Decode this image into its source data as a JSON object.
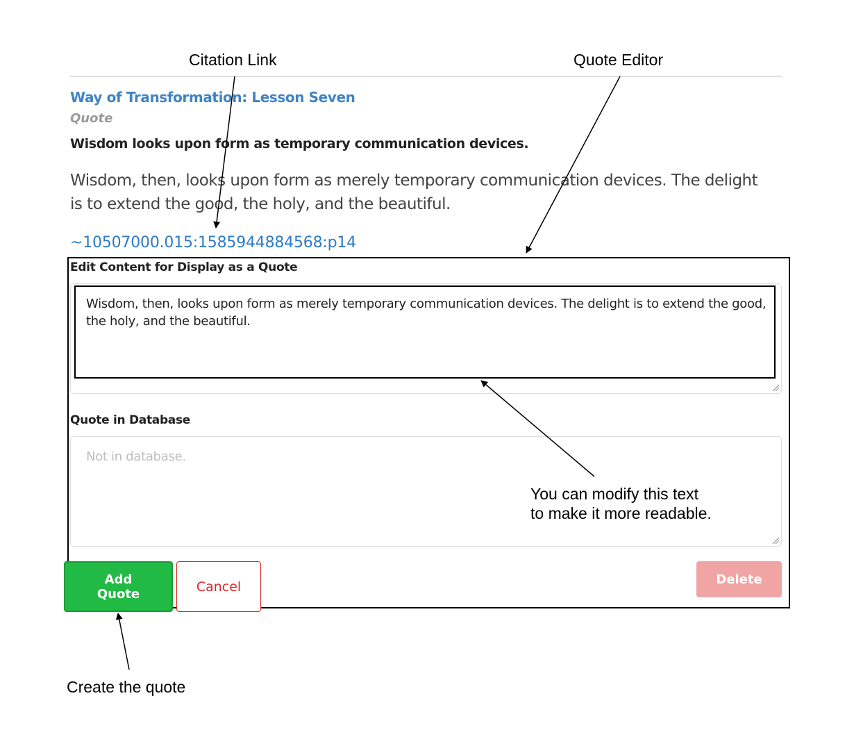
{
  "annotations": {
    "citation_link": "Citation Link",
    "quote_editor": "Quote Editor",
    "modify_text_line1": "You can modify this text",
    "modify_text_line2": "to make it more readable.",
    "create_quote": "Create the quote"
  },
  "source": {
    "title": "Way of Transformation: Lesson Seven",
    "type": "Quote",
    "summary": "Wisdom looks upon form as temporary communication devices.",
    "body": "Wisdom, then, looks upon form as merely temporary communication devices. The delight is to extend the good, the holy, and the beautiful.",
    "citation": "~10507000.015:1585944884568:p14"
  },
  "editor": {
    "edit_label": "Edit Content for Display as a Quote",
    "edit_value": "Wisdom, then, looks upon form as merely temporary communication devices. The delight is to extend the good, the holy, and the beautiful.",
    "db_label": "Quote in Database",
    "db_placeholder": "Not in database."
  },
  "buttons": {
    "add": "Add Quote",
    "cancel": "Cancel",
    "delete": "Delete"
  },
  "colors": {
    "link": "#4183c4",
    "add_button": "#21ba45",
    "cancel_button": "#db2828",
    "delete_button": "#f1a4a4"
  }
}
